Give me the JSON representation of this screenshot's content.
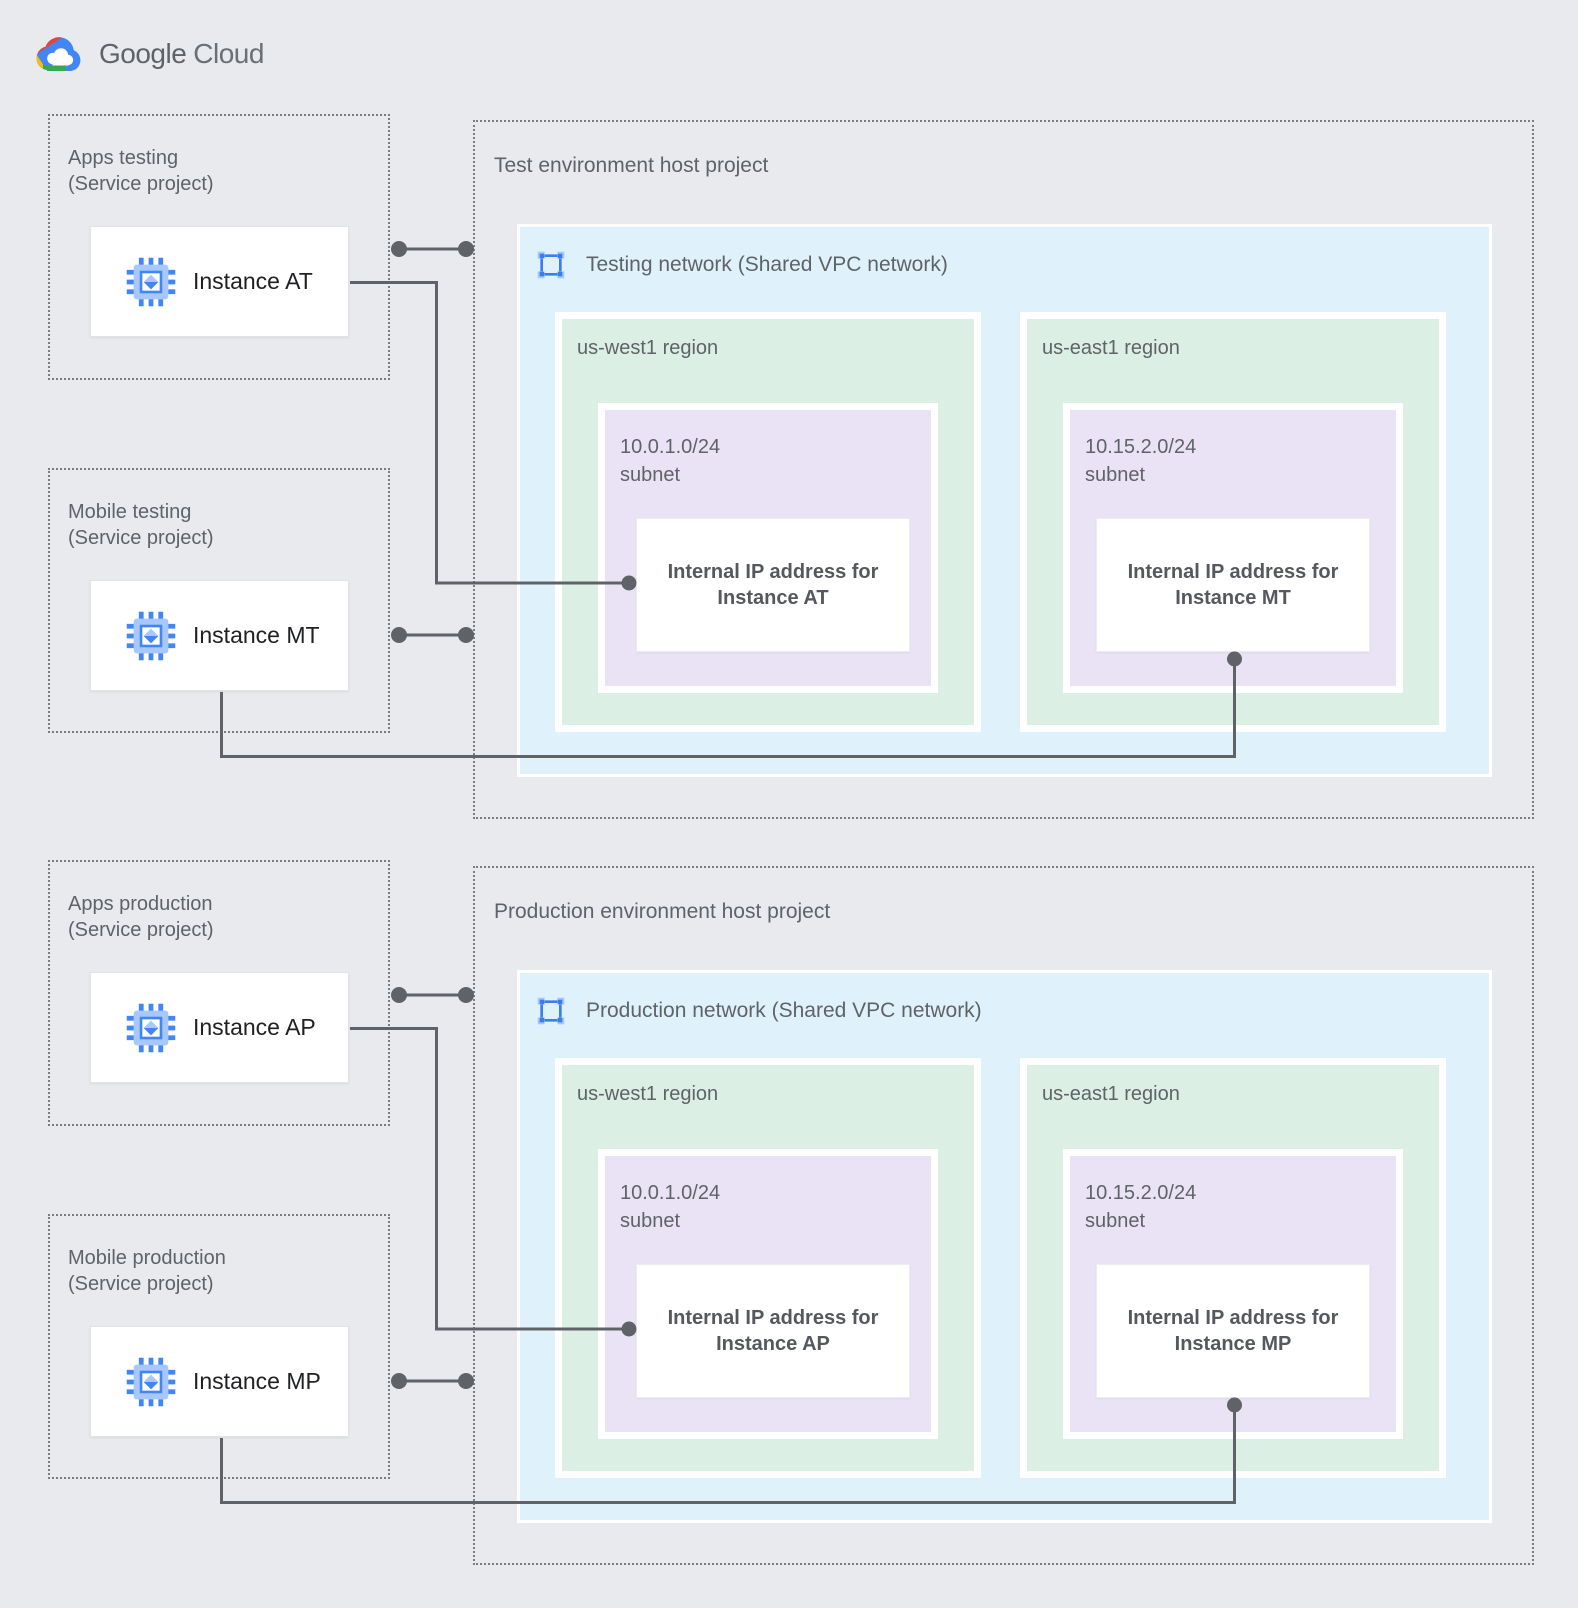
{
  "logo": {
    "brand": "Google",
    "product": "Cloud"
  },
  "service_projects": [
    {
      "name": "Apps testing",
      "type": "(Service project)",
      "instance_label": "Instance AT"
    },
    {
      "name": "Mobile testing",
      "type": "(Service project)",
      "instance_label": "Instance MT"
    },
    {
      "name": "Apps production",
      "type": "(Service project)",
      "instance_label": "Instance AP"
    },
    {
      "name": "Mobile production",
      "type": "(Service project)",
      "instance_label": "Instance MP"
    }
  ],
  "host_projects": [
    {
      "title": "Test environment host project",
      "network_label": "Testing network (Shared VPC network)",
      "regions": [
        {
          "name": "us-west1 region",
          "subnet_cidr": "10.0.1.0/24",
          "subnet_word": "subnet",
          "ip_line1": "Internal IP address for",
          "ip_line2": "Instance AT"
        },
        {
          "name": "us-east1 region",
          "subnet_cidr": "10.15.2.0/24",
          "subnet_word": "subnet",
          "ip_line1": "Internal IP address for",
          "ip_line2": "Instance MT"
        }
      ]
    },
    {
      "title": "Production environment host project",
      "network_label": "Production network (Shared VPC network)",
      "regions": [
        {
          "name": "us-west1 region",
          "subnet_cidr": "10.0.1.0/24",
          "subnet_word": "subnet",
          "ip_line1": "Internal IP address for",
          "ip_line2": "Instance AP"
        },
        {
          "name": "us-east1 region",
          "subnet_cidr": "10.15.2.0/24",
          "subnet_word": "subnet",
          "ip_line1": "Internal IP address for",
          "ip_line2": "Instance MP"
        }
      ]
    }
  ],
  "colors": {
    "background": "#E8EAED",
    "network_blue": "#DFF2FC",
    "region_green": "#DCEFE5",
    "subnet_purple": "#EAE3F5",
    "dotted_border": "#7A7D80",
    "connector": "#5F6368",
    "label_text": "#5F6368",
    "instance_text": "#202124",
    "ip_text": "#55585C",
    "logo_red": "#EA4335",
    "logo_yellow": "#FBBC04",
    "logo_green": "#34A853",
    "logo_blue": "#4285F4"
  }
}
